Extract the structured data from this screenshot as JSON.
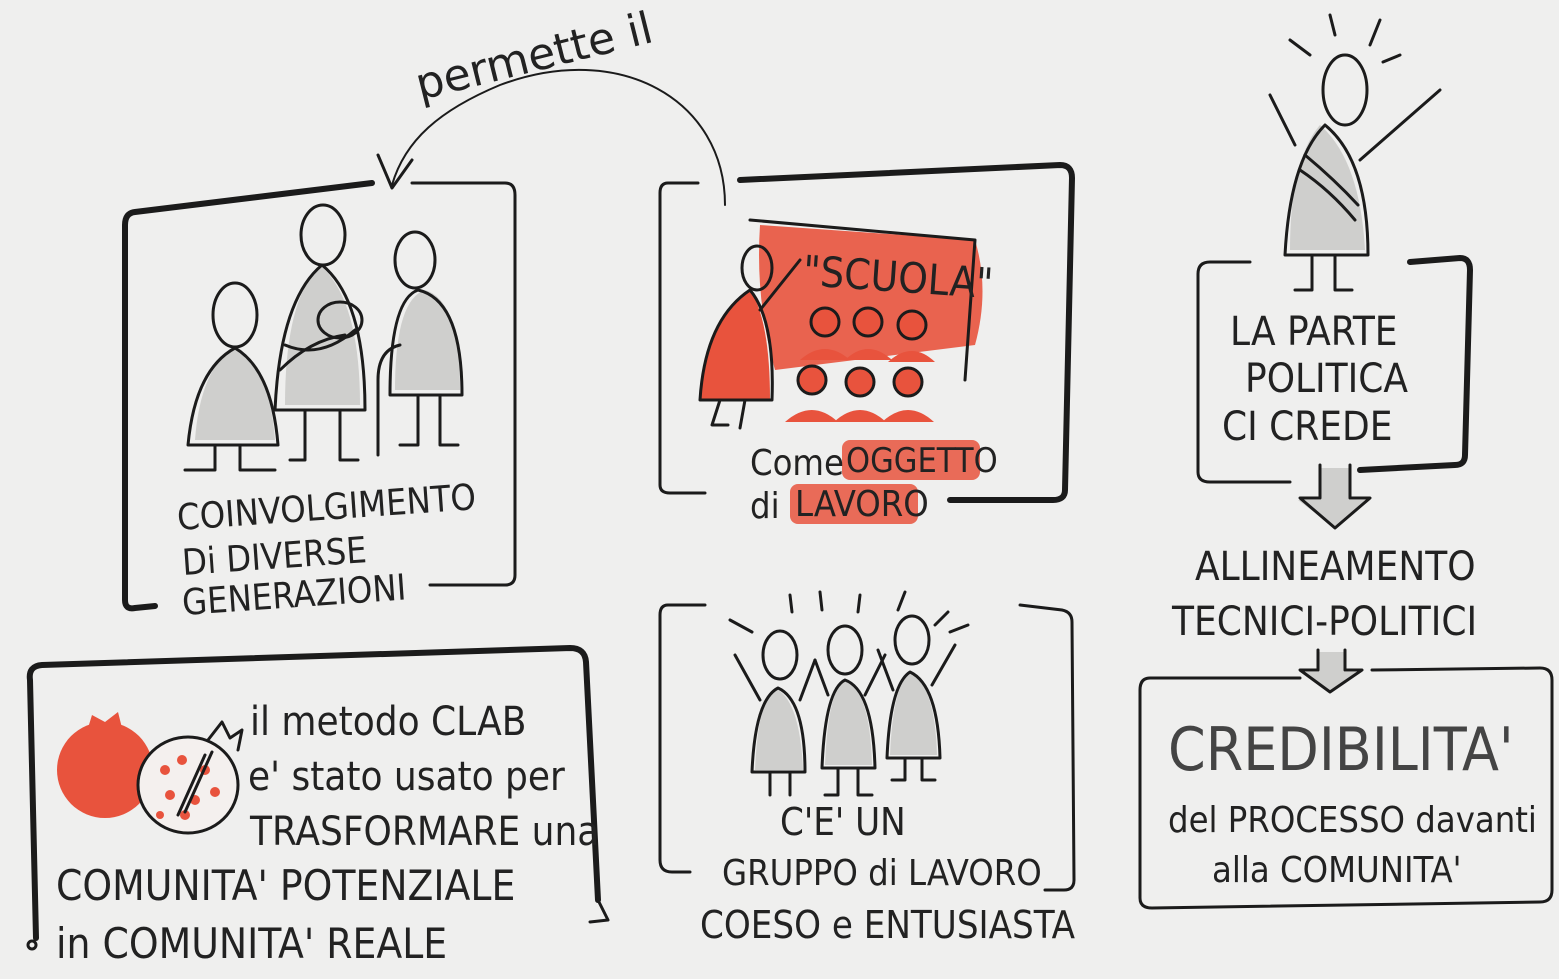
{
  "arrow_label": "permette il",
  "boxes": {
    "generations": {
      "line1": "COINVOLGIMENTO",
      "line2": "Di DIVERSE",
      "line3": "GENERAZIONI"
    },
    "school": {
      "sign": "\"SCUOLA\"",
      "line1_a": "Come",
      "line1_b": "OGGETTO",
      "line2_a": "di",
      "line2_b": "LAVORO"
    },
    "political": {
      "line1": "LA PARTE",
      "line2": "POLITICA",
      "line3": "CI CREDE"
    },
    "alignment": {
      "line1": "ALLINEAMENTO",
      "line2": "TECNICI-POLITICI"
    },
    "credibility": {
      "title": "CREDIBILITA'",
      "line1": "del PROCESSO davanti",
      "line2": "alla COMUNITA'"
    },
    "clab": {
      "line1": "il metodo CLAB",
      "line2": "e' stato usato per",
      "line3": "TRASFORMARE una",
      "line4": "COMUNITA' POTENZIALE",
      "line5": "in COMUNITA' REALE"
    },
    "group": {
      "line1": "C'E' UN",
      "line2": "GRUPPO di LAVORO",
      "line3": "COESO e ENTUSIASTA"
    }
  },
  "colors": {
    "accent": "#e8533d",
    "ink": "#1b1b1b",
    "paper": "#efefee",
    "shade": "#cfcfcd"
  }
}
